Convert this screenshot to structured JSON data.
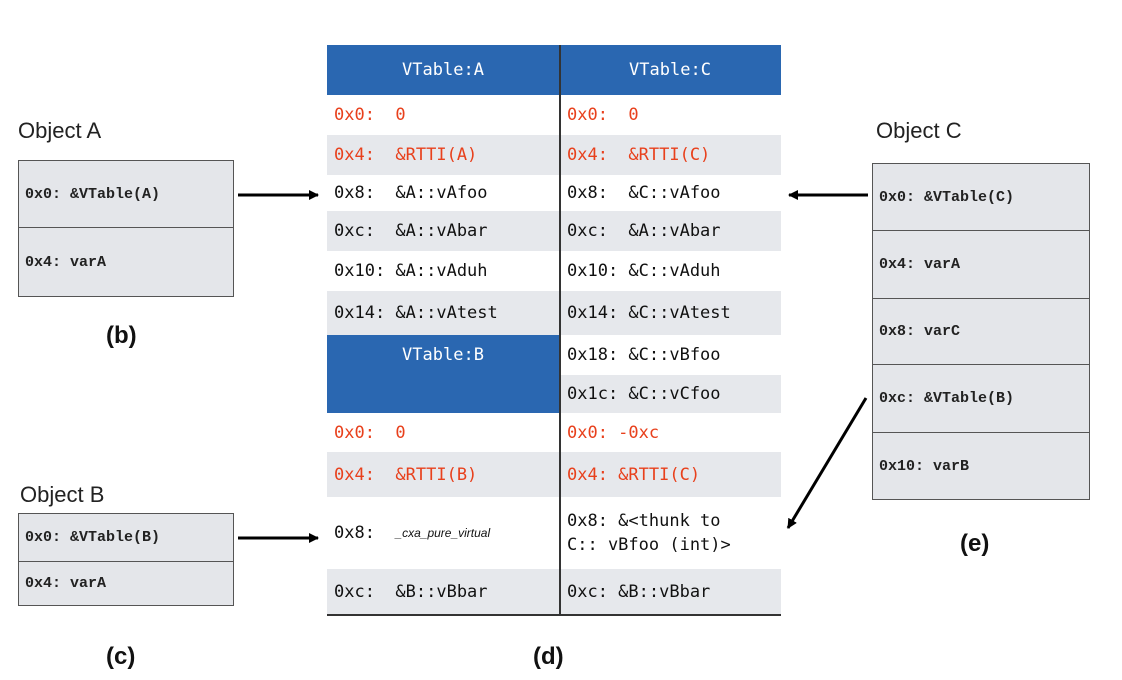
{
  "objects": {
    "a": {
      "title": "Object A",
      "rows": [
        "0x0: &VTable(A)",
        "0x4: varA"
      ],
      "caption": "(b)"
    },
    "b": {
      "title": "Object B",
      "rows": [
        "0x0: &VTable(B)",
        "0x4: varA"
      ],
      "caption": "(c)"
    },
    "c": {
      "title": "Object C",
      "rows": [
        "0x0: &VTable(C)",
        "0x4: varA",
        "0x8: varC",
        "0xc: &VTable(B)",
        "0x10: varB"
      ],
      "caption": "(e)"
    }
  },
  "vtable": {
    "caption": "(d)",
    "header_a": "VTable:A",
    "header_c": "VTable:C",
    "header_b": "VTable:B",
    "left": [
      "0x0:  0",
      "0x4:  &RTTI(A)",
      "0x8:  &A::vAfoo",
      "0xc:  &A::vAbar",
      "0x10: &A::vAduh",
      "0x14: &A::vAtest",
      "0x0:  0",
      "0x4:  &RTTI(B)",
      "0x8:  ",
      "_cxa_pure_virtual",
      "0xc:  &B::vBbar"
    ],
    "right": [
      "0x0:  0",
      "0x4:  &RTTI(C)",
      "0x8:  &C::vAfoo",
      "0xc:  &A::vAbar",
      "0x10: &C::vAduh",
      "0x14: &C::vAtest",
      "0x18: &C::vBfoo",
      "0x1c: &C::vCfoo",
      "0x0: -0xc",
      "0x4: &RTTI(C)",
      "0x8: &<thunk to",
      "C:: vBfoo (int)>",
      "0xc: &B::vBbar"
    ]
  },
  "colors": {
    "header_blue": "#2a67b1",
    "offset_red": "#e8401c",
    "row_gray": "#e6e8ec"
  }
}
